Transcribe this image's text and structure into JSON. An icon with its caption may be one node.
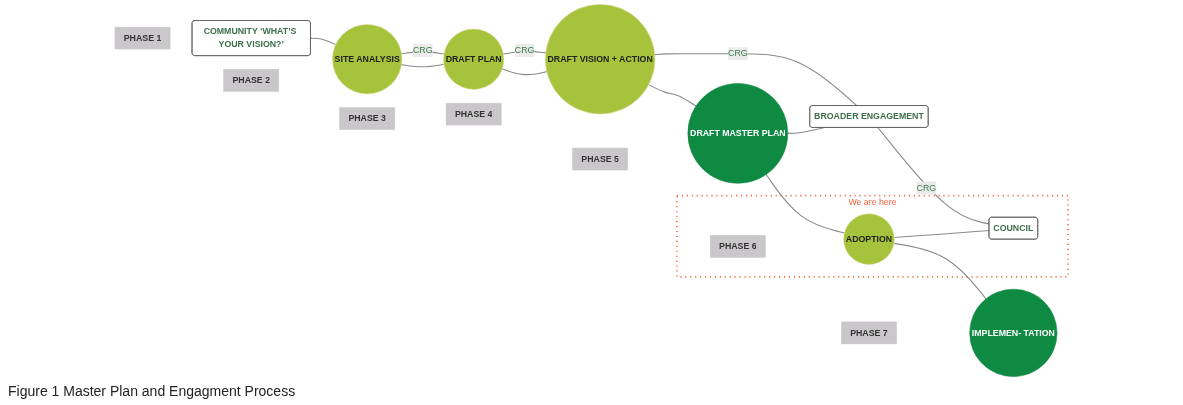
{
  "diagram": {
    "caption": "Figure 1 Master Plan and Engagment Process",
    "nodes": [
      {
        "text": [
          "PHASE 1"
        ]
      },
      {
        "text": [
          "PHASE 2"
        ]
      },
      {
        "text": [
          "PHASE 3"
        ]
      },
      {
        "text": [
          "PHASE 4"
        ]
      },
      {
        "text": [
          "PHASE 5"
        ]
      },
      {
        "text": [
          "We are here"
        ]
      },
      {
        "text": [
          "PHASE 6"
        ],
        "in": 5
      },
      {
        "text": [
          "PHASE 7"
        ]
      },
      {
        "text": [
          "COMMUNITY ‘WHAT’S YOUR VISION?’"
        ]
      },
      {
        "text": [
          "SITE ANALYSIS"
        ]
      },
      {
        "text": [
          "DRAFT PLAN"
        ]
      },
      {
        "text": [
          "DRAFT VISION + ACTION"
        ]
      },
      {
        "text": [
          "DRAFT MASTER PLAN"
        ]
      },
      {
        "text": [
          "ADOPTION"
        ],
        "in": 5
      },
      {
        "text": [
          "IMPLEMEN- TATION"
        ]
      },
      {
        "text": [
          "BROADER ENGAGEMENT"
        ]
      },
      {
        "text": [
          "COUNCIL"
        ],
        "in": 5
      }
    ],
    "edges": [
      {
        "from": 8,
        "to": 9,
        "arrow": "none"
      },
      {
        "from": 9,
        "to": 10,
        "arrow": "none"
      },
      {
        "from": 10,
        "to": 11,
        "arrow": "none"
      },
      {
        "from": 11,
        "to": 12,
        "arrow": "none"
      },
      {
        "from": 12,
        "to": 13,
        "arrow": "none"
      },
      {
        "from": 13,
        "to": 14,
        "arrow": "none"
      },
      {
        "from": 12,
        "to": 15,
        "arrow": "none"
      },
      {
        "from": 13,
        "to": 16,
        "arrow": "none"
      },
      {
        "from": 9,
        "to": 10,
        "arrow": "none",
        "label": "CRG"
      },
      {
        "from": 10,
        "to": 11,
        "arrow": "none",
        "label": "CRG"
      },
      {
        "from": 11,
        "to": 15,
        "arrow": "none",
        "label": "CRG"
      },
      {
        "from": 15,
        "to": 16,
        "arrow": "none",
        "label": "CRG"
      }
    ]
  }
}
